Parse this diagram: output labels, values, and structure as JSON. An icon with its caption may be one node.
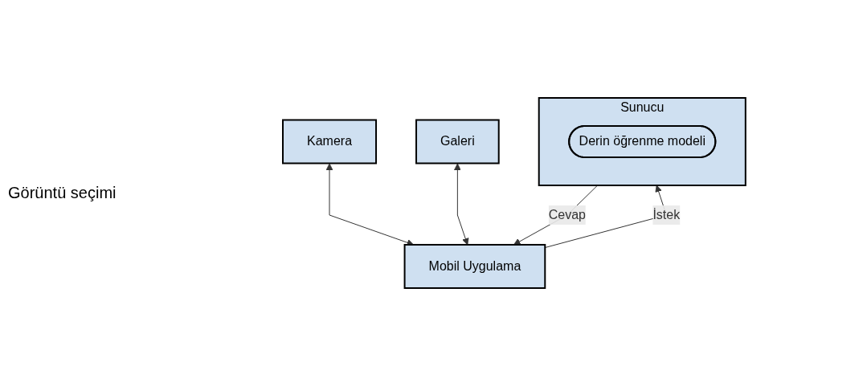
{
  "diagram": {
    "nodes": [
      {
        "text": [
          "Kamera"
        ]
      },
      {
        "text": [
          "Galeri"
        ]
      },
      {
        "text": [
          "Mobil Uygulama"
        ]
      },
      {
        "text": [
          "Sunucu"
        ]
      },
      {
        "text": [
          "Derin öğrenme modeli"
        ],
        "in": 3
      }
    ],
    "edges": [
      {
        "from": 0,
        "to": 2,
        "arrow": "both"
      },
      {
        "from": 1,
        "to": 2,
        "arrow": "both"
      },
      {
        "from": 2,
        "to": 3,
        "arrow": "to",
        "label": "İstek"
      },
      {
        "from": 3,
        "to": 2,
        "arrow": "to",
        "label": "Cevap"
      }
    ],
    "labels": [
      "Görüntü seçimi"
    ]
  }
}
